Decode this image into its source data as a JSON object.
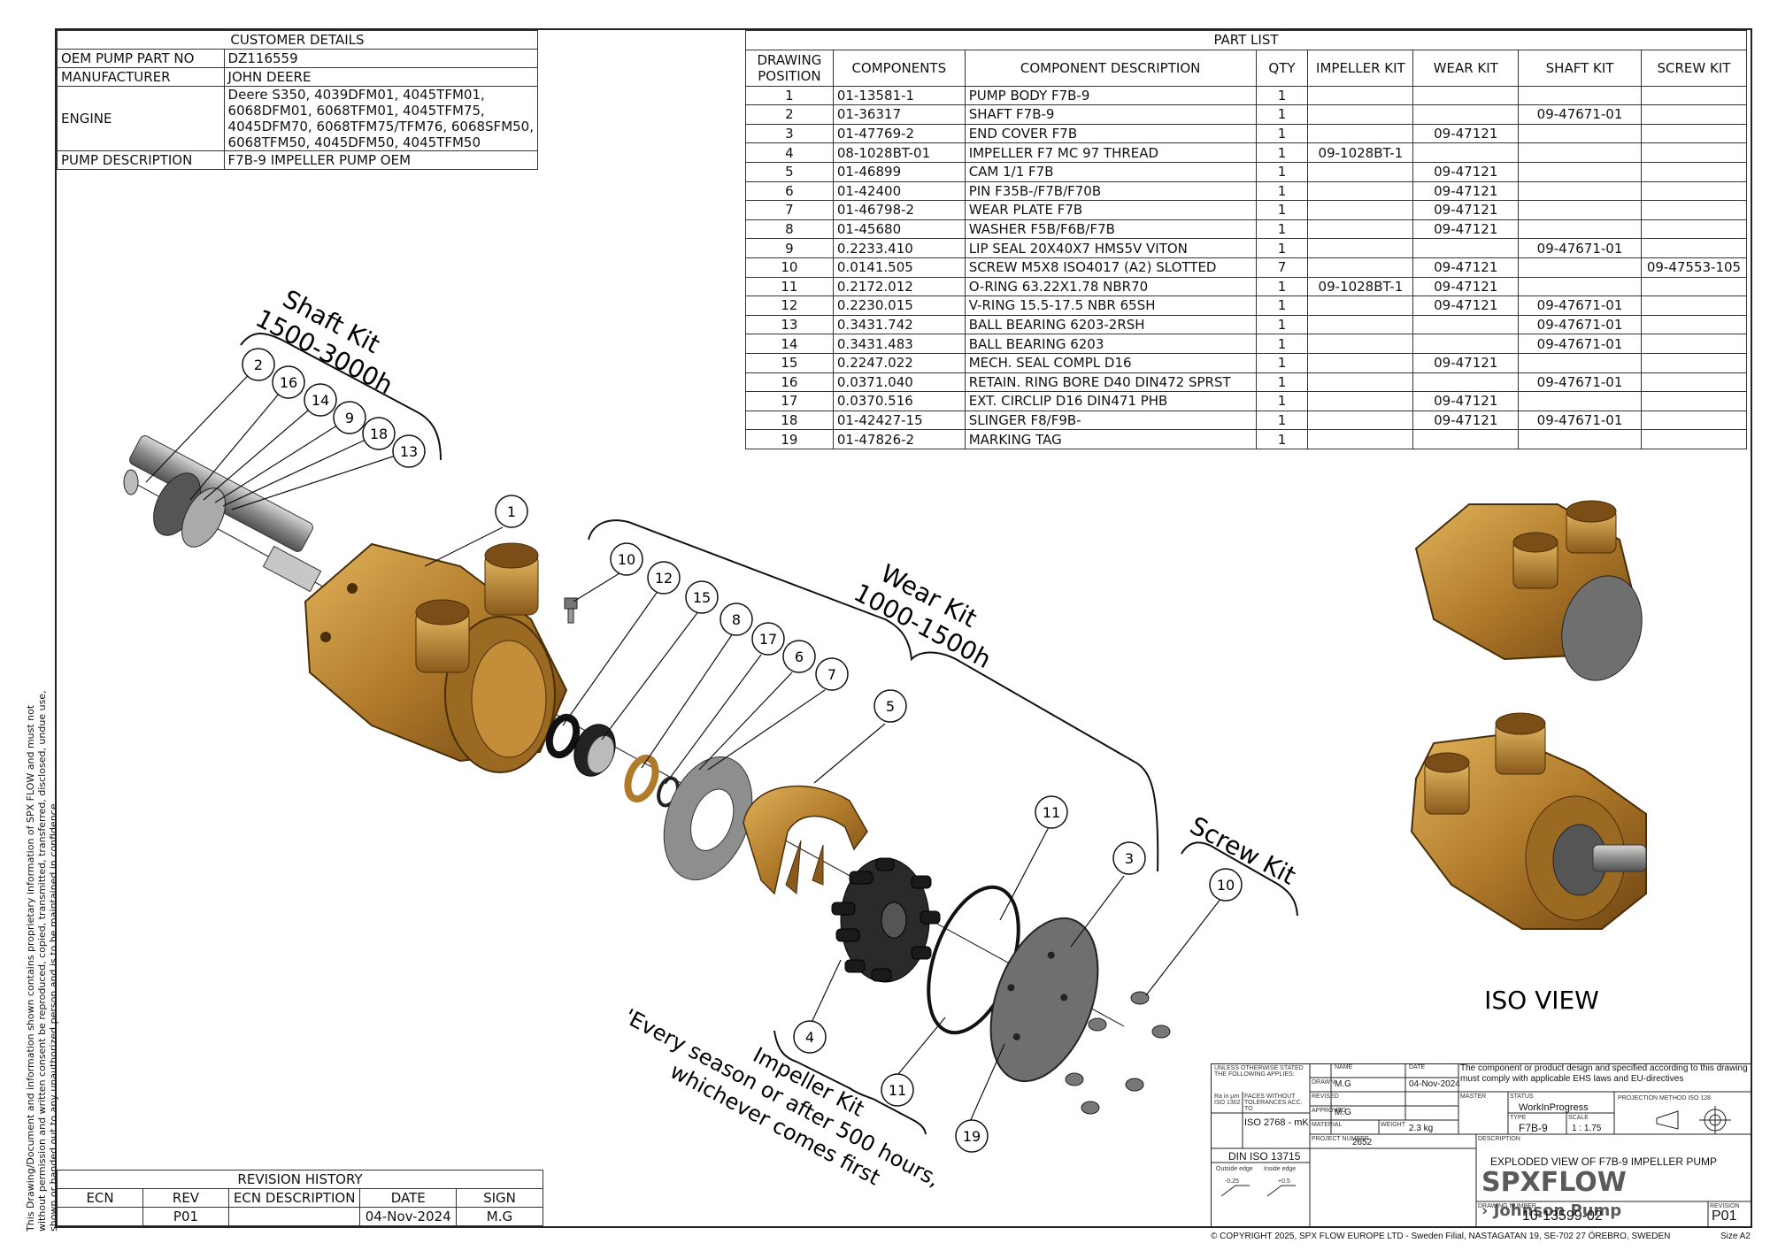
{
  "customer": {
    "title": "CUSTOMER DETAILS",
    "rows": [
      {
        "label": "OEM PUMP PART NO",
        "value": "DZ116559"
      },
      {
        "label": "MANUFACTURER",
        "value": "JOHN DEERE"
      },
      {
        "label": "ENGINE",
        "value": "Deere S350, 4039DFM01, 4045TFM01, 6068DFM01, 6068TFM01, 4045TFM75, 4045DFM70, 6068TFM75/TFM76, 6068SFM50, 6068TFM50, 4045DFM50, 4045TFM50"
      },
      {
        "label": "PUMP DESCRIPTION",
        "value": "F7B-9 IMPELLER PUMP OEM"
      }
    ],
    "engine_lines": [
      "Deere S350, 4039DFM01, 4045TFM01,",
      "6068DFM01, 6068TFM01, 4045TFM75,",
      "4045DFM70, 6068TFM75/TFM76, 6068SFM50,",
      "6068TFM50, 4045DFM50, 4045TFM50"
    ]
  },
  "part_list": {
    "title": "PART LIST",
    "headers": [
      "DRAWING POSITION",
      "COMPONENTS",
      "COMPONENT DESCRIPTION",
      "QTY",
      "IMPELLER KIT",
      "WEAR KIT",
      "SHAFT KIT",
      "SCREW KIT"
    ],
    "header_pos_lines": [
      "DRAWING",
      "POSITION"
    ],
    "rows": [
      [
        "1",
        "01-13581-1",
        "PUMP BODY F7B-9",
        "1",
        "",
        "",
        "",
        ""
      ],
      [
        "2",
        "01-36317",
        "SHAFT F7B-9",
        "1",
        "",
        "",
        "09-47671-01",
        ""
      ],
      [
        "3",
        "01-47769-2",
        "END COVER F7B",
        "1",
        "",
        "09-47121",
        "",
        ""
      ],
      [
        "4",
        "08-1028BT-01",
        "IMPELLER F7 MC 97 THREAD",
        "1",
        "09-1028BT-1",
        "",
        "",
        ""
      ],
      [
        "5",
        "01-46899",
        "CAM 1/1 F7B",
        "1",
        "",
        "09-47121",
        "",
        ""
      ],
      [
        "6",
        "01-42400",
        "PIN F35B-/F7B/F70B",
        "1",
        "",
        "09-47121",
        "",
        ""
      ],
      [
        "7",
        "01-46798-2",
        "WEAR PLATE F7B",
        "1",
        "",
        "09-47121",
        "",
        ""
      ],
      [
        "8",
        "01-45680",
        "WASHER F5B/F6B/F7B",
        "1",
        "",
        "09-47121",
        "",
        ""
      ],
      [
        "9",
        "0.2233.410",
        "LIP SEAL 20X40X7 HMS5V VITON",
        "1",
        "",
        "",
        "09-47671-01",
        ""
      ],
      [
        "10",
        "0.0141.505",
        "SCREW M5X8 ISO4017 (A2) SLOTTED",
        "7",
        "",
        "09-47121",
        "",
        "09-47553-105"
      ],
      [
        "11",
        "0.2172.012",
        "O-RING 63.22X1.78 NBR70",
        "1",
        "09-1028BT-1",
        "09-47121",
        "",
        ""
      ],
      [
        "12",
        "0.2230.015",
        "V-RING 15.5-17.5 NBR 65SH",
        "1",
        "",
        "09-47121",
        "09-47671-01",
        ""
      ],
      [
        "13",
        "0.3431.742",
        "BALL BEARING 6203-2RSH",
        "1",
        "",
        "",
        "09-47671-01",
        ""
      ],
      [
        "14",
        "0.3431.483",
        "BALL BEARING 6203",
        "1",
        "",
        "",
        "09-47671-01",
        ""
      ],
      [
        "15",
        "0.2247.022",
        "MECH. SEAL COMPL D16",
        "1",
        "",
        "09-47121",
        "",
        ""
      ],
      [
        "16",
        "0.0371.040",
        "RETAIN. RING BORE D40 DIN472 SPRST",
        "1",
        "",
        "",
        "09-47671-01",
        ""
      ],
      [
        "17",
        "0.0370.516",
        "EXT. CIRCLIP D16 DIN471 PHB",
        "1",
        "",
        "09-47121",
        "",
        ""
      ],
      [
        "18",
        "01-42427-15",
        "SLINGER F8/F9B-",
        "1",
        "",
        "09-47121",
        "09-47671-01",
        ""
      ],
      [
        "19",
        "01-47826-2",
        "MARKING TAG",
        "1",
        "",
        "",
        "",
        ""
      ]
    ]
  },
  "revision": {
    "title": "REVISION HISTORY",
    "headers": [
      "ECN",
      "REV",
      "ECN DESCRIPTION",
      "DATE",
      "SIGN"
    ],
    "row": [
      "",
      "P01",
      "",
      "04-Nov-2024",
      "M.G"
    ]
  },
  "labels": {
    "shaft_kit": "Shaft Kit",
    "shaft_hours": "1500-3000h",
    "wear_kit": "Wear Kit",
    "wear_hours": "1000-1500h",
    "screw_kit": "Screw Kit",
    "impeller_kit": "Impeller Kit",
    "impeller_note_1": "'Every season or after 500 hours,",
    "impeller_note_2": "whichever comes first",
    "iso_view": "ISO VIEW"
  },
  "balloons": [
    "2",
    "16",
    "14",
    "9",
    "18",
    "13",
    "1",
    "10",
    "12",
    "15",
    "8",
    "17",
    "6",
    "7",
    "5",
    "11",
    "3",
    "10",
    "4",
    "11",
    "19"
  ],
  "side_note": "This Drawing/Document and information shown contains proprietary information of SPX FLOW and must not without permission and written consent be reproduced, copied, transmitted, transferred, disclosed, undue use, shown or handed out to any unauthorized person and is to be maintained in confidence.",
  "title_block": {
    "unless": "UNLESS OTHERWISE STATED THE FOLLOWING APPLIES:",
    "ra": "Ra in µm ISO 1302",
    "faces": "FACES WITHOUT TOLERANCES ACC. TO",
    "iso2768": "ISO 2768 - mK",
    "din": "DIN ISO 13715",
    "outside": "Outside edge",
    "inside": "Inside edge",
    "outside_val": "-0.25",
    "inside_val": "+0.5",
    "name_lbl": "NAME",
    "date_lbl": "DATE",
    "drawn_lbl": "DRAWN",
    "drawn_name": "M.G",
    "drawn_date": "04-Nov-2024",
    "revised_lbl": "REVISED",
    "approved_lbl": "APPROVED",
    "approved_name": "M.G",
    "material_lbl": "MATERIAL",
    "weight_lbl": "WEIGHT",
    "weight": "2.3 kg",
    "master_lbl": "MASTER",
    "status_lbl": "STATUS",
    "status": "WorkInProgress",
    "type_lbl": "TYPE",
    "type": "F7B-9",
    "scale_lbl": "SCALE",
    "scale": "1 : 1.75",
    "projection_lbl": "PROJECTION METHOD ISO 128",
    "compliance": "The component or product design and specified according to this drawing must comply with applicable EHS laws and EU-directives",
    "project_lbl": "PROJECT NUMBER",
    "project": "2652",
    "desc_lbl": "DESCRIPTION",
    "description": "EXPLODED VIEW OF F7B-9 IMPELLER PUMP",
    "brand": "SPXFLOW",
    "sub_brand": "Johnson Pump",
    "drawing_lbl": "DRAWING NUMBER",
    "drawing_number": "10-13599-02",
    "revision_lbl": "REVISION",
    "revision": "P01",
    "copyright": "© COPYRIGHT 2025, SPX FLOW EUROPE LTD - Sweden Filial, NASTAGATAN 19, SE-702 27 ÖREBRO, SWEDEN",
    "size": "Size  A2"
  },
  "colors": {
    "bronze": "#b07a2a",
    "bronze_dark": "#6e4513",
    "bronze_light": "#d9a84a",
    "rubber": "#2a2a2a",
    "steel": "#9a9a9a"
  }
}
